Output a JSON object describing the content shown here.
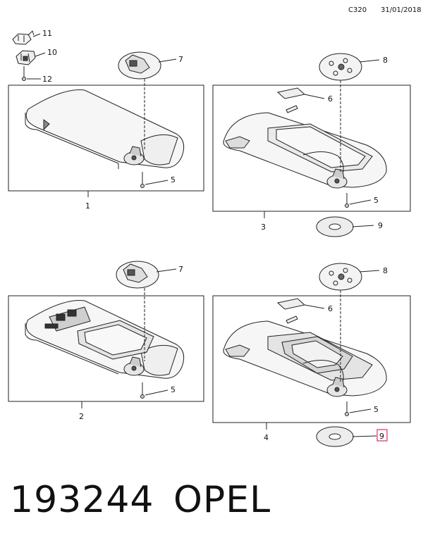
{
  "header": {
    "code": "C320",
    "date": "31/01/2018"
  },
  "footer": {
    "part_number": "193244",
    "brand": "OPEL"
  },
  "callouts": {
    "c11": "11",
    "c10": "10",
    "c12": "12",
    "p1_7": "7",
    "p1_5": "5",
    "p1_assy": "1",
    "p3_8": "8",
    "p3_6": "6",
    "p3_5": "5",
    "p3_9": "9",
    "p3_assy": "3",
    "p2_7": "7",
    "p2_5": "5",
    "p2_assy": "2",
    "p4_8": "8",
    "p4_6": "6",
    "p4_5": "5",
    "p4_9": "9",
    "p4_assy": "4"
  },
  "highlight_color": "#e0003c"
}
